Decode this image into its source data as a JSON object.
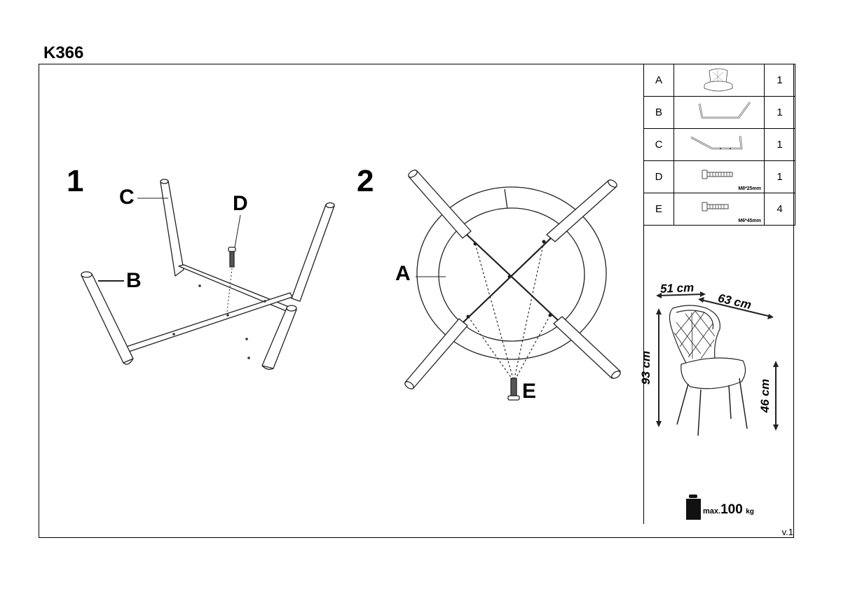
{
  "title": "K366",
  "version": "v.1",
  "parts": [
    {
      "label": "A",
      "qty": "1",
      "icon": "seat-icon",
      "spec": ""
    },
    {
      "label": "B",
      "qty": "1",
      "icon": "leg-frame-b-icon",
      "spec": ""
    },
    {
      "label": "C",
      "qty": "1",
      "icon": "leg-frame-c-icon",
      "spec": ""
    },
    {
      "label": "D",
      "qty": "1",
      "icon": "bolt-icon",
      "spec": "M8*25mm"
    },
    {
      "label": "E",
      "qty": "4",
      "icon": "bolt-icon",
      "spec": "M6*45mm"
    }
  ],
  "steps": [
    {
      "number": "1",
      "callouts": [
        "C",
        "D",
        "B"
      ]
    },
    {
      "number": "2",
      "callouts": [
        "A",
        "E"
      ]
    }
  ],
  "dimensions": {
    "width": "51 cm",
    "depth": "63 cm",
    "height": "93 cm",
    "seat_height": "46 cm"
  },
  "max_load": {
    "prefix": "max.",
    "value": "100",
    "unit": "kg"
  }
}
